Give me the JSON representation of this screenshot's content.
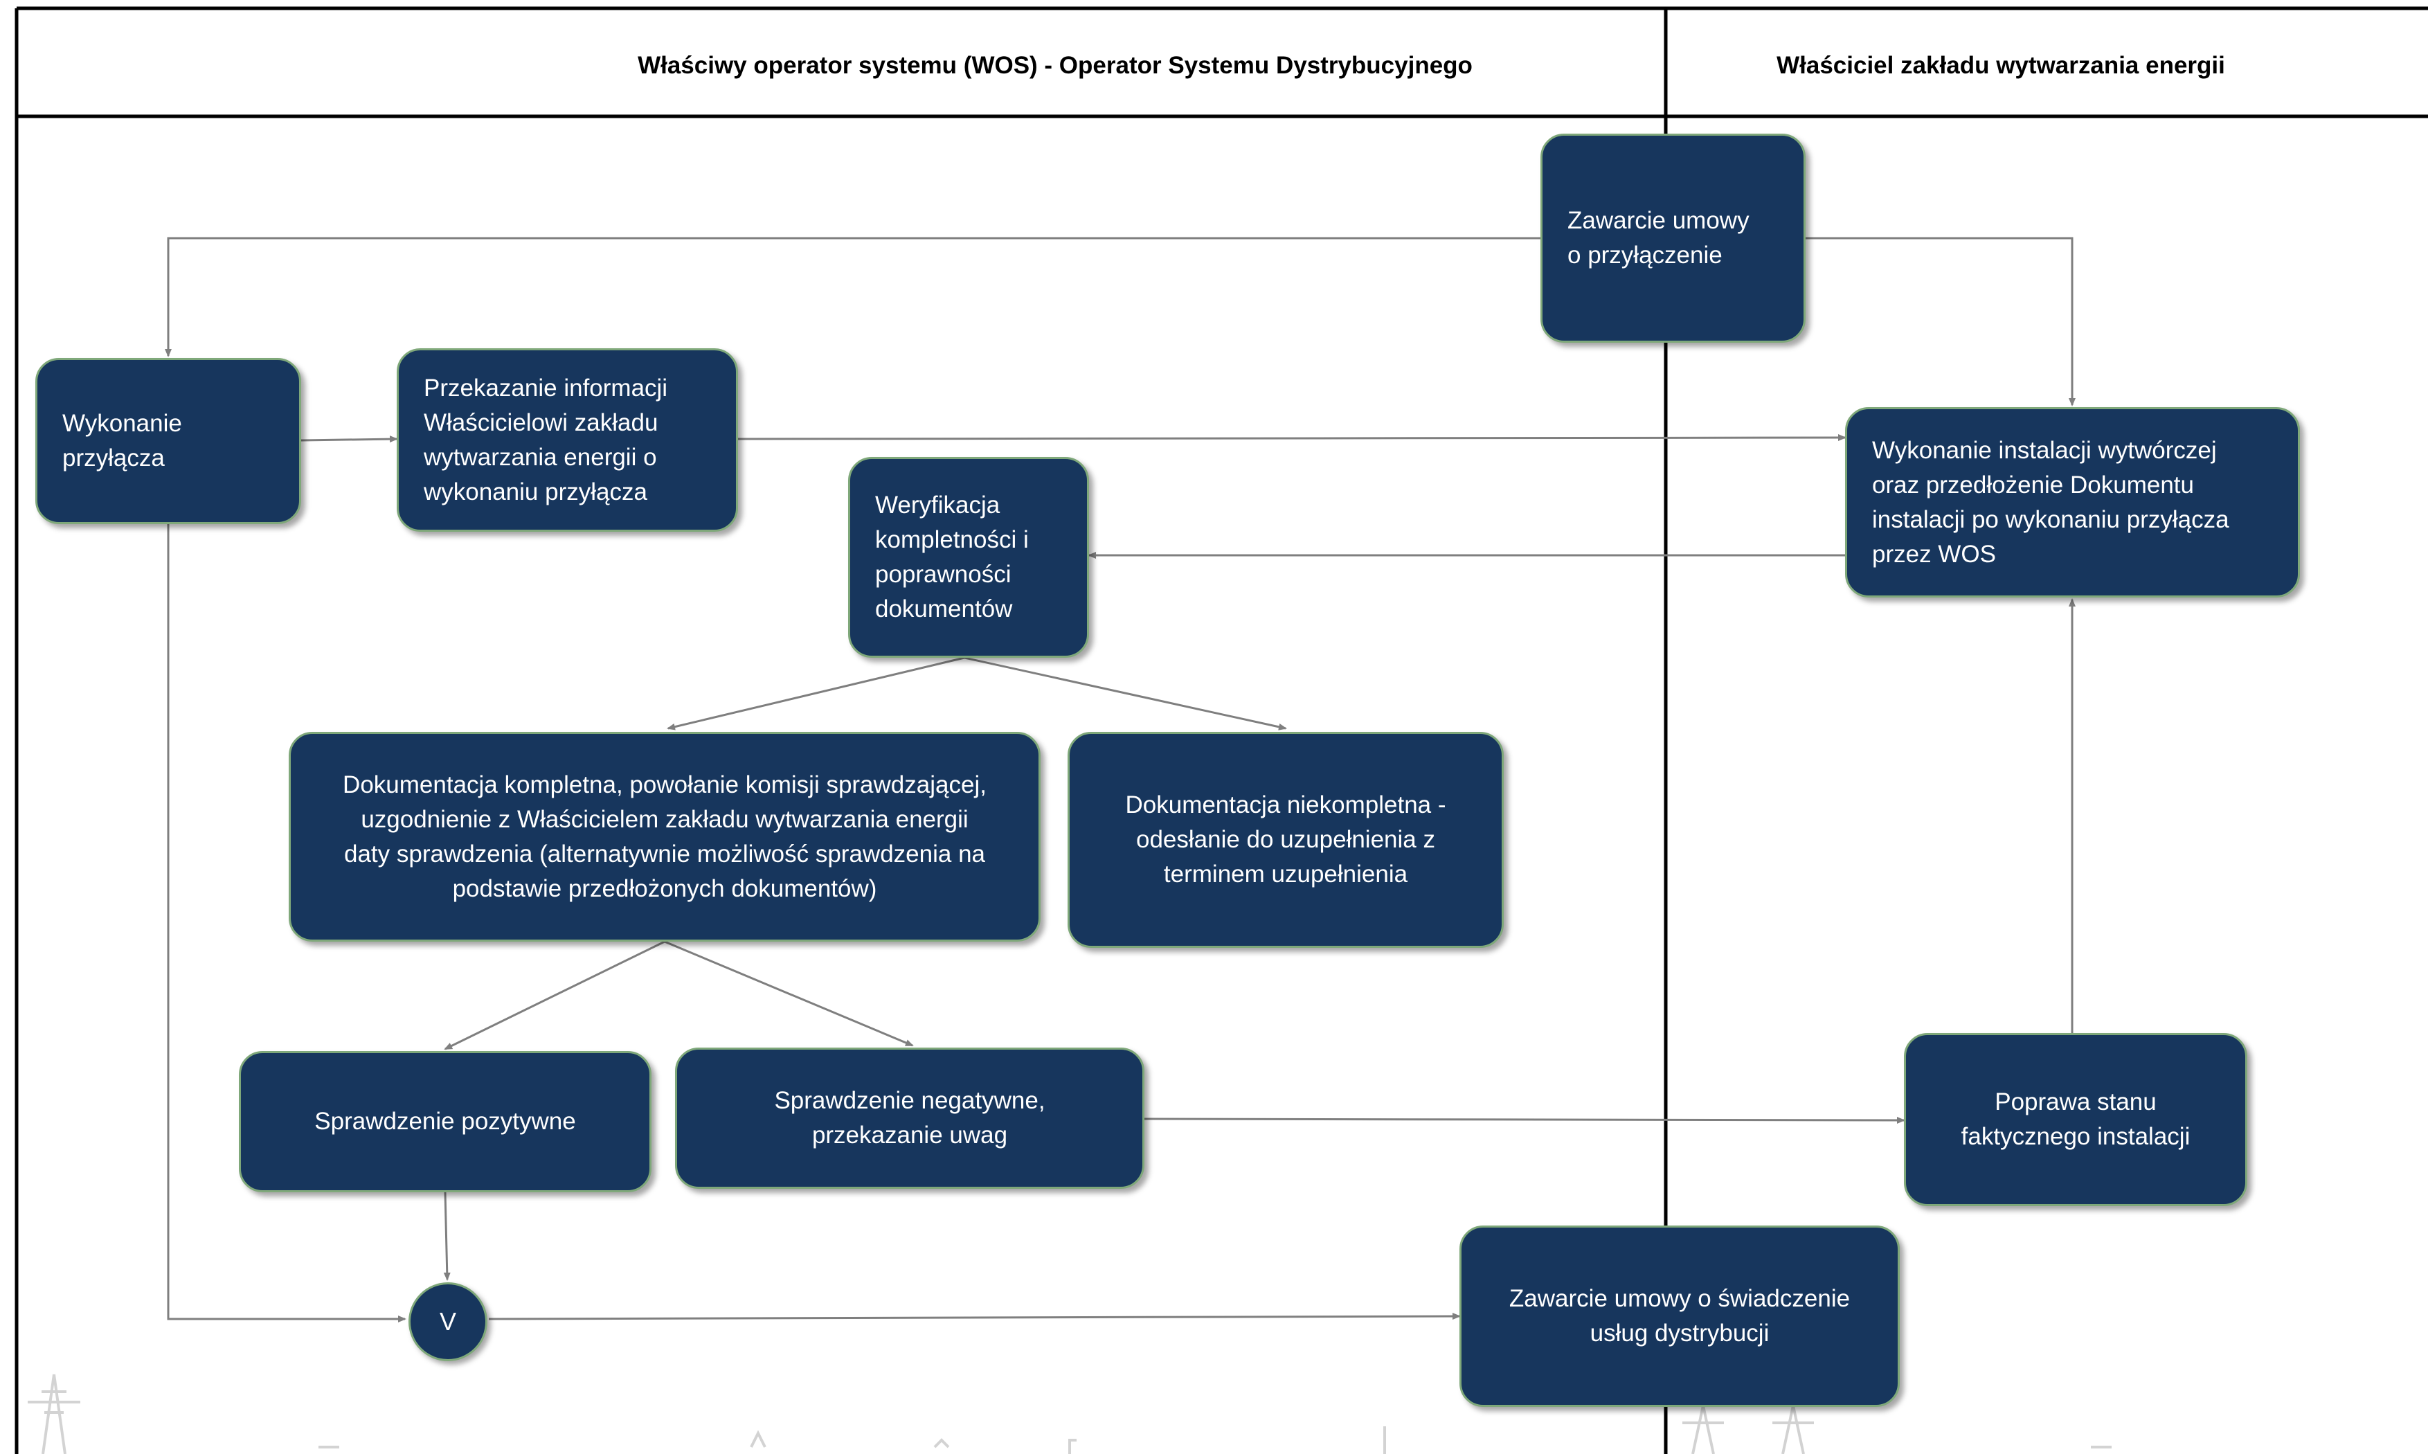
{
  "lanes": {
    "operator_title": "Właściwy operator systemu (WOS) - Operator Systemu Dystrybucyjnego",
    "owner_title": "Właściciel zakładu wytwarzania energii"
  },
  "nodes": {
    "contract_connection": "Zawarcie umowy\no przyłączenie",
    "build_connection": "Wykonanie\nprzyłącza",
    "inform_owner": "Przekazanie informacji\nWłaścicielowi zakładu\nwytwarzania energii o\nwykonaniu przyłącza",
    "build_installation": "Wykonanie instalacji wytwórczej\noraz przedłożenie Dokumentu\ninstalacji po wykonaniu przyłącza\nprzez WOS",
    "verify_documents": "Weryfikacja\nkompletności i\npoprawności\ndokumentów",
    "docs_complete": "Dokumentacja kompletna, powołanie komisji sprawdzającej,\nuzgodnienie z Właścicielem zakładu wytwarzania energii\ndaty sprawdzenia (alternatywnie możliwość sprawdzenia na\npodstawie przedłożonych dokumentów)",
    "docs_incomplete": "Dokumentacja niekompletna  -\nodesłanie do uzupełnienia z\nterminem uzupełnienia",
    "check_positive": "Sprawdzenie pozytywne",
    "check_negative": "Sprawdzenie negatywne,\nprzekazanie uwag",
    "fix_installation": "Poprawa stanu\nfaktycznego instalacji",
    "merge_gate": "V",
    "distribution_contract": "Zawarcie umowy o świadczenie\nusług dystrybucji"
  },
  "colors": {
    "box_fill": "#17365d",
    "box_border": "#7fa87a",
    "box_text": "#ffffff",
    "arrow": "#7f7f7f",
    "lane_border": "#000000",
    "background_art": "#c8c8c8"
  }
}
